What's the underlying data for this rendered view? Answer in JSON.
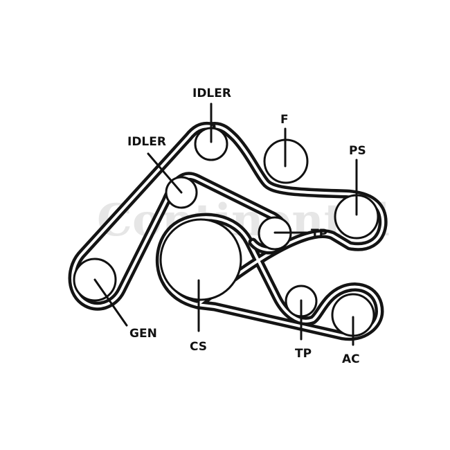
{
  "watermark": {
    "text": "Continental"
  },
  "colors": {
    "belt": "#141414",
    "belt_inner": "#ffffff",
    "line": "#111111"
  },
  "labels": {
    "idler_top": "IDLER",
    "idler_left": "IDLER",
    "fan": "F",
    "power_steering": "PS",
    "tensioner_upper": "TP",
    "generator": "GEN",
    "crankshaft": "CS",
    "tensioner_lower": "TP",
    "air_conditioning": "AC"
  }
}
